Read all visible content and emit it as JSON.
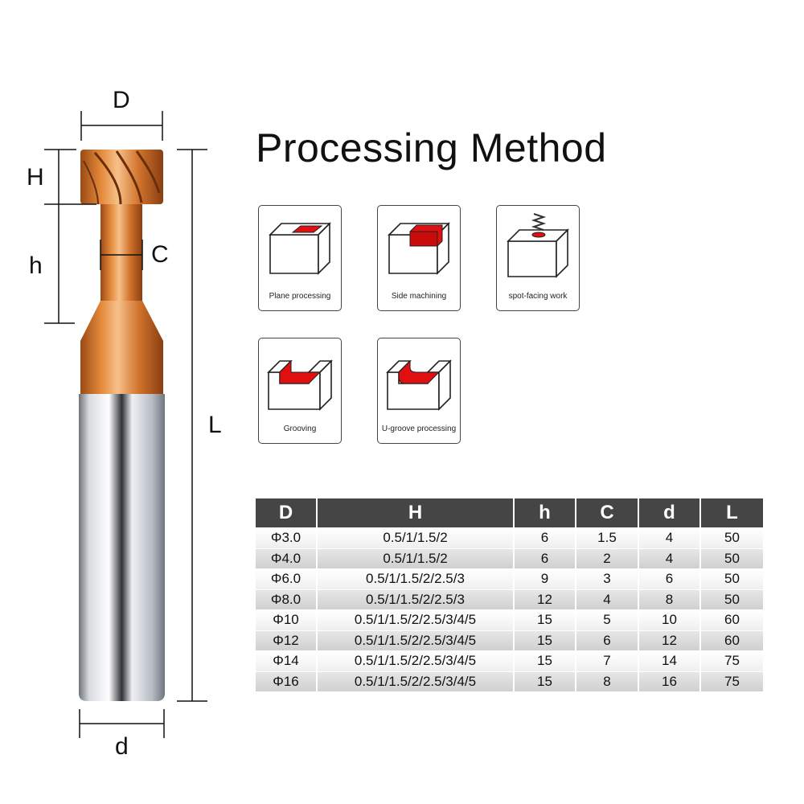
{
  "title": "Processing Method",
  "dimension_labels": {
    "D": "D",
    "H": "H",
    "h": "h",
    "C": "C",
    "L": "L",
    "d": "d"
  },
  "methods": [
    {
      "icon": "plane-processing-icon",
      "label": "Plane processing"
    },
    {
      "icon": "side-machining-icon",
      "label": "Side machining"
    },
    {
      "icon": "spot-facing-icon",
      "label": "spot-facing work"
    },
    {
      "icon": "grooving-icon",
      "label": "Grooving"
    },
    {
      "icon": "u-groove-icon",
      "label": "U-groove processing"
    }
  ],
  "table": {
    "headers": [
      "D",
      "H",
      "h",
      "C",
      "d",
      "L"
    ],
    "rows": [
      [
        "Φ3.0",
        "0.5/1/1.5/2",
        "6",
        "1.5",
        "4",
        "50"
      ],
      [
        "Φ4.0",
        "0.5/1/1.5/2",
        "6",
        "2",
        "4",
        "50"
      ],
      [
        "Φ6.0",
        "0.5/1/1.5/2/2.5/3",
        "9",
        "3",
        "6",
        "50"
      ],
      [
        "Φ8.0",
        "0.5/1/1.5/2/2.5/3",
        "12",
        "4",
        "8",
        "50"
      ],
      [
        "Φ10",
        "0.5/1/1.5/2/2.5/3/4/5",
        "15",
        "5",
        "10",
        "60"
      ],
      [
        "Φ12",
        "0.5/1/1.5/2/2.5/3/4/5",
        "15",
        "6",
        "12",
        "60"
      ],
      [
        "Φ14",
        "0.5/1/1.5/2/2.5/3/4/5",
        "15",
        "7",
        "14",
        "75"
      ],
      [
        "Φ16",
        "0.5/1/1.5/2/2.5/3/4/5",
        "15",
        "8",
        "16",
        "75"
      ]
    ]
  },
  "colors": {
    "coating": "#d9782e",
    "highlight": "#e01010",
    "header_bg": "#454545",
    "shank": "#b8bcc4"
  }
}
